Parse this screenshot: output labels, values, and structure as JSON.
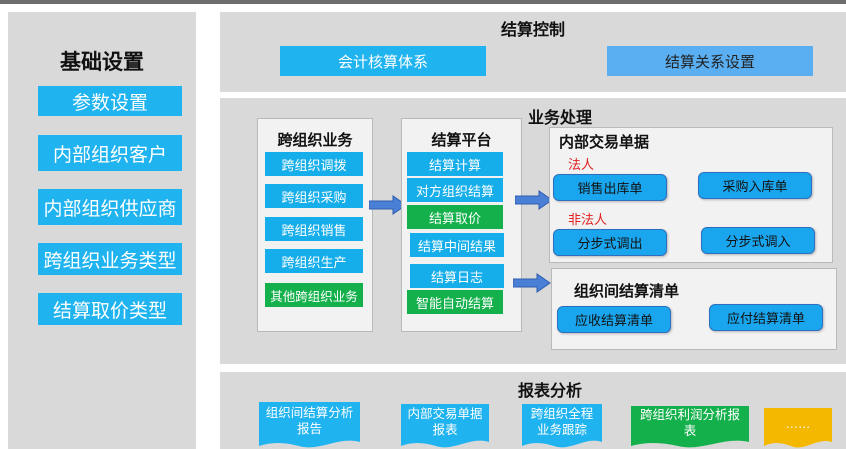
{
  "left": {
    "title": "基础设置",
    "items": [
      "参数设置",
      "内部组织客户",
      "内部组织供应商",
      "跨组织业务类型",
      "结算取价类型"
    ]
  },
  "settlement_control": {
    "title": "结算控制",
    "buttons": [
      "会计核算体系",
      "结算关系设置"
    ]
  },
  "business": {
    "title": "业务处理",
    "cross_org": {
      "title": "跨组织业务",
      "items": [
        "跨组织调拨",
        "跨组织采购",
        "跨组织销售",
        "跨组织生产",
        "其他跨组织业务"
      ]
    },
    "platform": {
      "title": "结算平台",
      "items": [
        "结算计算",
        "对方组织结算",
        "结算取价",
        "结算中间结果",
        "结算日志",
        "智能自动结算"
      ]
    },
    "internal_docs": {
      "title": "内部交易单据",
      "legal_label": "法人",
      "non_legal_label": "非法人",
      "legal_items": [
        "销售出库单",
        "采购入库单"
      ],
      "non_legal_items": [
        "分步式调出",
        "分步式调入"
      ]
    },
    "settlement_list": {
      "title": "组织间结算清单",
      "items": [
        "应收结算清单",
        "应付结算清单"
      ]
    }
  },
  "reports": {
    "title": "报表分析",
    "items": [
      {
        "label": "组织间结算分析报告",
        "color": "#1fb3ef"
      },
      {
        "label": "内部交易单据报表",
        "color": "#1fb3ef"
      },
      {
        "label": "跨组织全程业务跟踪",
        "color": "#1fb3ef"
      },
      {
        "label": "跨组织利润分析报表",
        "color": "#13b04b"
      },
      {
        "label": "……",
        "color": "#f5b800"
      }
    ]
  },
  "colors": {
    "panel": "#d9d9d9",
    "blue": "#1fb3ef",
    "light_blue": "#5aaff2",
    "green": "#13b04b",
    "orange": "#f5b800",
    "arrow": "#4a7fd6",
    "red": "#e02020"
  }
}
